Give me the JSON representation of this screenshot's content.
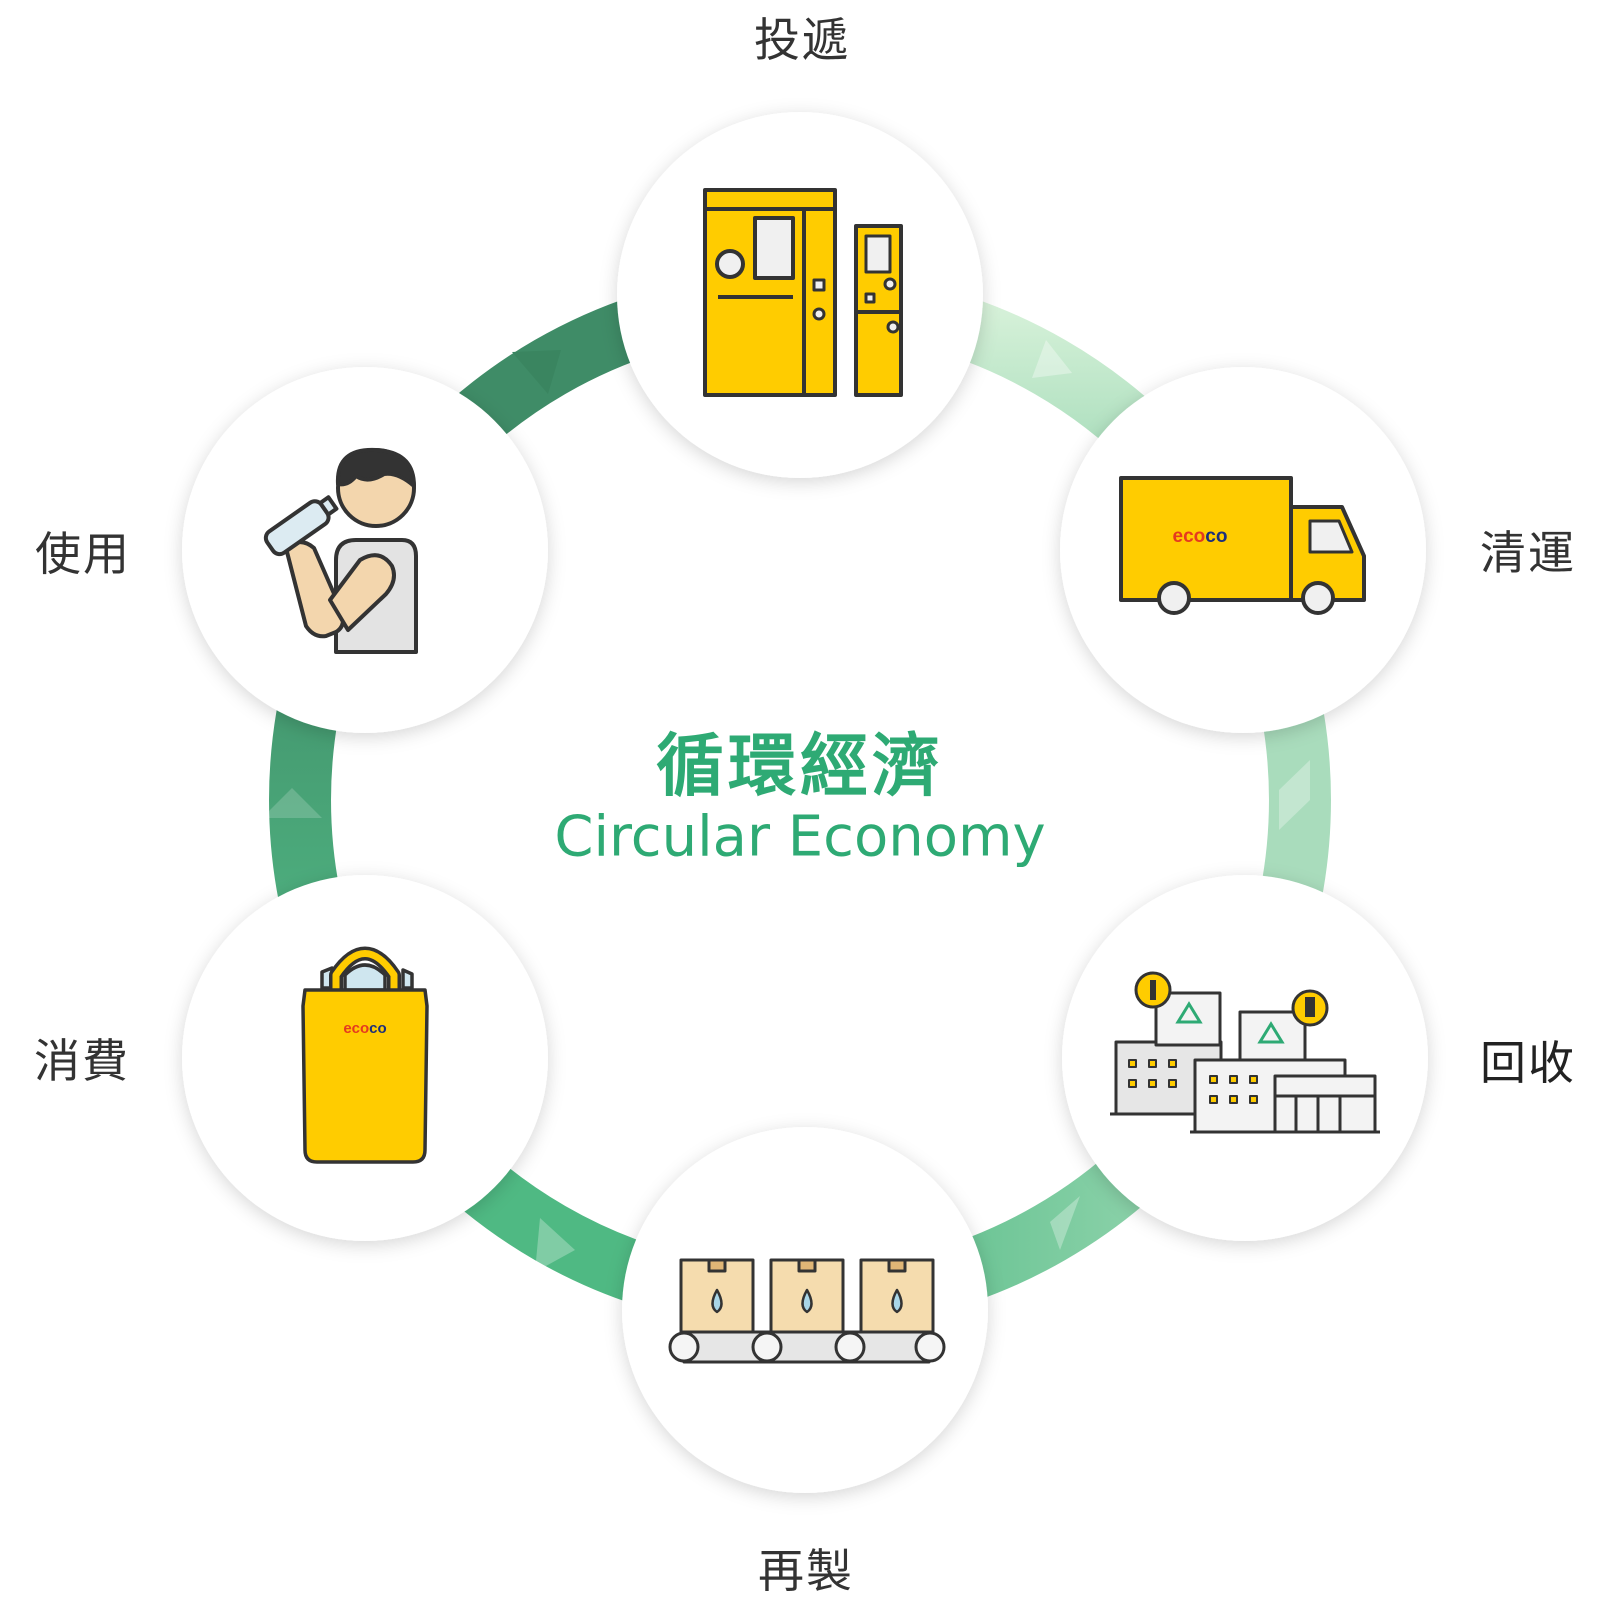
{
  "diagram": {
    "center": {
      "title": "循環經濟",
      "subtitle": "Circular Economy"
    },
    "stages": [
      {
        "key": "deposit",
        "label": "投遞",
        "icon": "recycling-machine-icon"
      },
      {
        "key": "transport",
        "label": "清運",
        "icon": "delivery-truck-icon"
      },
      {
        "key": "recycle",
        "label": "回收",
        "icon": "recycling-factory-icon"
      },
      {
        "key": "remake",
        "label": "再製",
        "icon": "conveyor-boxes-icon"
      },
      {
        "key": "consume",
        "label": "消費",
        "icon": "shopping-bag-icon"
      },
      {
        "key": "use",
        "label": "使用",
        "icon": "person-drinking-icon"
      }
    ],
    "brand_text": "ecoco",
    "colors": {
      "accent": "#2eaa74",
      "ring_light": "#d6f1d9",
      "ring_mid": "#7dcaa0",
      "ring_dark": "#3f8c67",
      "icon_yellow": "#ffcc00",
      "outline": "#333333",
      "brand_red": "#e53a1f",
      "brand_blue": "#1d2f7a"
    }
  }
}
